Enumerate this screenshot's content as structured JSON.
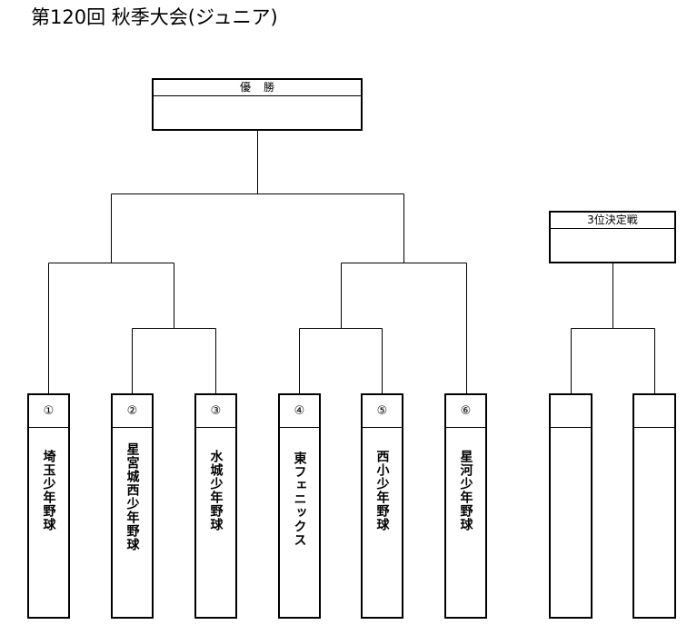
{
  "page": {
    "title": "第120回 秋季大会(ジュニア)"
  },
  "champion_box": {
    "label": "優勝"
  },
  "third_place_box": {
    "label": "3位決定戦"
  },
  "teams": [
    {
      "seed": "①",
      "name": "埼玉少年野球"
    },
    {
      "seed": "②",
      "name": "星宮城西少年野球"
    },
    {
      "seed": "③",
      "name": "水城少年野球"
    },
    {
      "seed": "④",
      "name": "東フェニックス"
    },
    {
      "seed": "⑤",
      "name": "西小少年野球"
    },
    {
      "seed": "⑥",
      "name": "星河少年野球"
    }
  ],
  "third_place_slots": [
    {
      "seed": "",
      "name": ""
    },
    {
      "seed": "",
      "name": ""
    }
  ]
}
